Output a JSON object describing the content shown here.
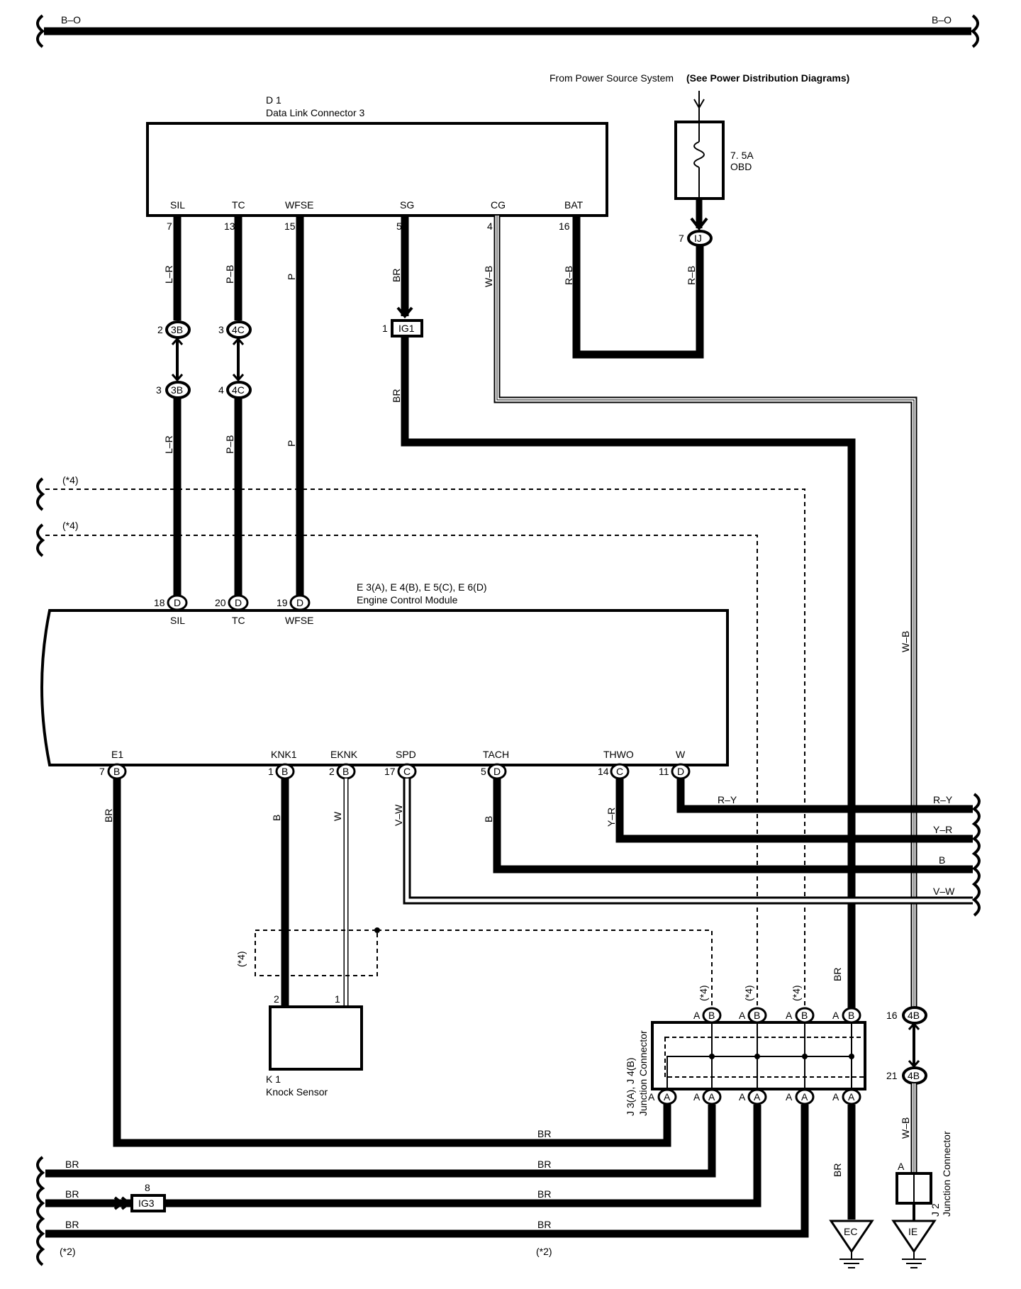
{
  "top_bus": {
    "left_label": "B–O",
    "right_label": "B–O"
  },
  "power_source": {
    "prefix": "From Power Source System",
    "ref": "(See Power Distribution Diagrams)"
  },
  "fuse": {
    "rating": "7. 5A",
    "name": "OBD",
    "connector_pin": "7",
    "connector_id": "IJ",
    "wire": "R–B"
  },
  "dlc": {
    "id": "D 1",
    "name": "Data Link Connector 3",
    "terminals": [
      {
        "label": "SIL",
        "pin": "7",
        "wire": "L–R"
      },
      {
        "label": "TC",
        "pin": "13",
        "wire": "P–B"
      },
      {
        "label": "WFSE",
        "pin": "15",
        "wire": "P"
      },
      {
        "label": "SG",
        "pin": "5",
        "wire": "BR"
      },
      {
        "label": "CG",
        "pin": "4",
        "wire": "W–B"
      },
      {
        "label": "BAT",
        "pin": "16",
        "wire": "R–B"
      }
    ]
  },
  "inline_connectors": {
    "sil_upper": {
      "pin": "2",
      "id": "3B"
    },
    "sil_lower": {
      "pin": "3",
      "id": "3B"
    },
    "tc_upper": {
      "pin": "3",
      "id": "4C"
    },
    "tc_lower": {
      "pin": "4",
      "id": "4C"
    },
    "ig1": {
      "pin": "1",
      "id": "IG1",
      "wire_below": "BR"
    },
    "ig3": {
      "pin": "8",
      "id": "IG3"
    }
  },
  "shield_label": "(*4)",
  "ecm": {
    "id": "E 3(A), E 4(B), E 5(C), E 6(D)",
    "name": "Engine Control Module",
    "top_terminals": [
      {
        "label": "SIL",
        "pin": "18",
        "conn": "D"
      },
      {
        "label": "TC",
        "pin": "20",
        "conn": "D"
      },
      {
        "label": "WFSE",
        "pin": "19",
        "conn": "D"
      }
    ],
    "bottom_terminals": [
      {
        "label": "E1",
        "pin": "7",
        "conn": "B",
        "wire": "BR"
      },
      {
        "label": "KNK1",
        "pin": "1",
        "conn": "B",
        "wire": "B"
      },
      {
        "label": "EKNK",
        "pin": "2",
        "conn": "B",
        "wire": "W"
      },
      {
        "label": "SPD",
        "pin": "17",
        "conn": "C",
        "wire": "V–W"
      },
      {
        "label": "TACH",
        "pin": "5",
        "conn": "D",
        "wire": "B"
      },
      {
        "label": "THWO",
        "pin": "14",
        "conn": "C",
        "wire": "Y–R"
      },
      {
        "label": "W",
        "pin": "11",
        "conn": "D",
        "wire": "R–Y"
      }
    ]
  },
  "right_wires": [
    "R–Y",
    "Y–R",
    "B",
    "V–W"
  ],
  "knock_sensor": {
    "id": "K 1",
    "name": "Knock Sensor",
    "pin1": "1",
    "pin2": "2"
  },
  "junction": {
    "id": "J 3(A), J 4(B)",
    "name": "Junction Connector",
    "pin_letter": "A",
    "top_conn": "B",
    "bottom_conn": "A",
    "wire_br": "BR"
  },
  "w_b_path": {
    "wire": "W–B",
    "upper": {
      "pin": "16",
      "id": "4B"
    },
    "lower": {
      "pin": "21",
      "id": "4B"
    }
  },
  "j2": {
    "id": "J 2",
    "name": "Junction Connector",
    "pin": "A"
  },
  "grounds": {
    "ec": "EC",
    "ie": "IE"
  },
  "left_wires": [
    "BR",
    "BR",
    "BR"
  ],
  "bottom_marks": {
    "left": "(*2)",
    "mid": "(*2)"
  },
  "colors": {
    "line": "#000000",
    "background": "#ffffff"
  }
}
